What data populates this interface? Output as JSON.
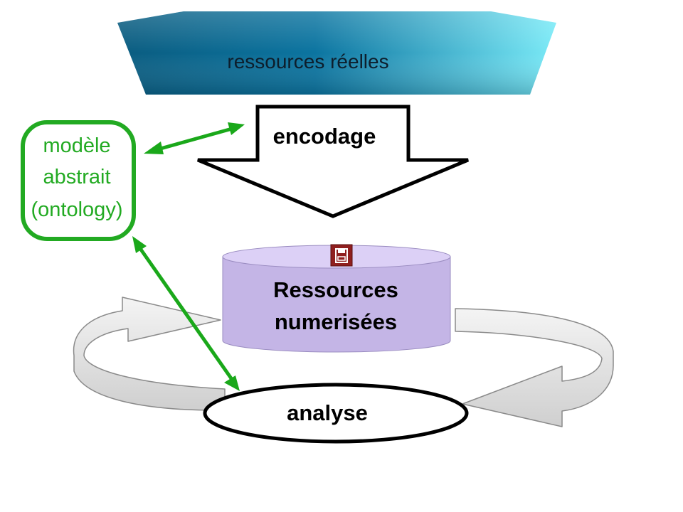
{
  "diagram": {
    "top_banner": {
      "label": "ressources réelles"
    },
    "encoding_arrow": {
      "label": "encodage"
    },
    "model_box": {
      "lines": [
        "modèle",
        "abstrait",
        "(ontology)"
      ]
    },
    "database": {
      "lines": [
        "Ressources",
        "numerisées"
      ]
    },
    "analysis_ellipse": {
      "label": "analyse"
    }
  },
  "colors": {
    "banner_dark": "#0a5f84",
    "banner_light": "#73e6f5",
    "banner_text": "#0d1e2c",
    "model_green": "#22aa22",
    "connector_green": "#1aa81a",
    "cylinder_fill": "#c4b4e6",
    "cylinder_top": "#dccff5",
    "cycle_arrow_fill": "#e6e6e6",
    "cycle_arrow_stroke": "#8a8a8a",
    "save_icon_bg": "#8f1f1f"
  },
  "icons": {
    "database_badge": "floppy-disk-icon"
  }
}
